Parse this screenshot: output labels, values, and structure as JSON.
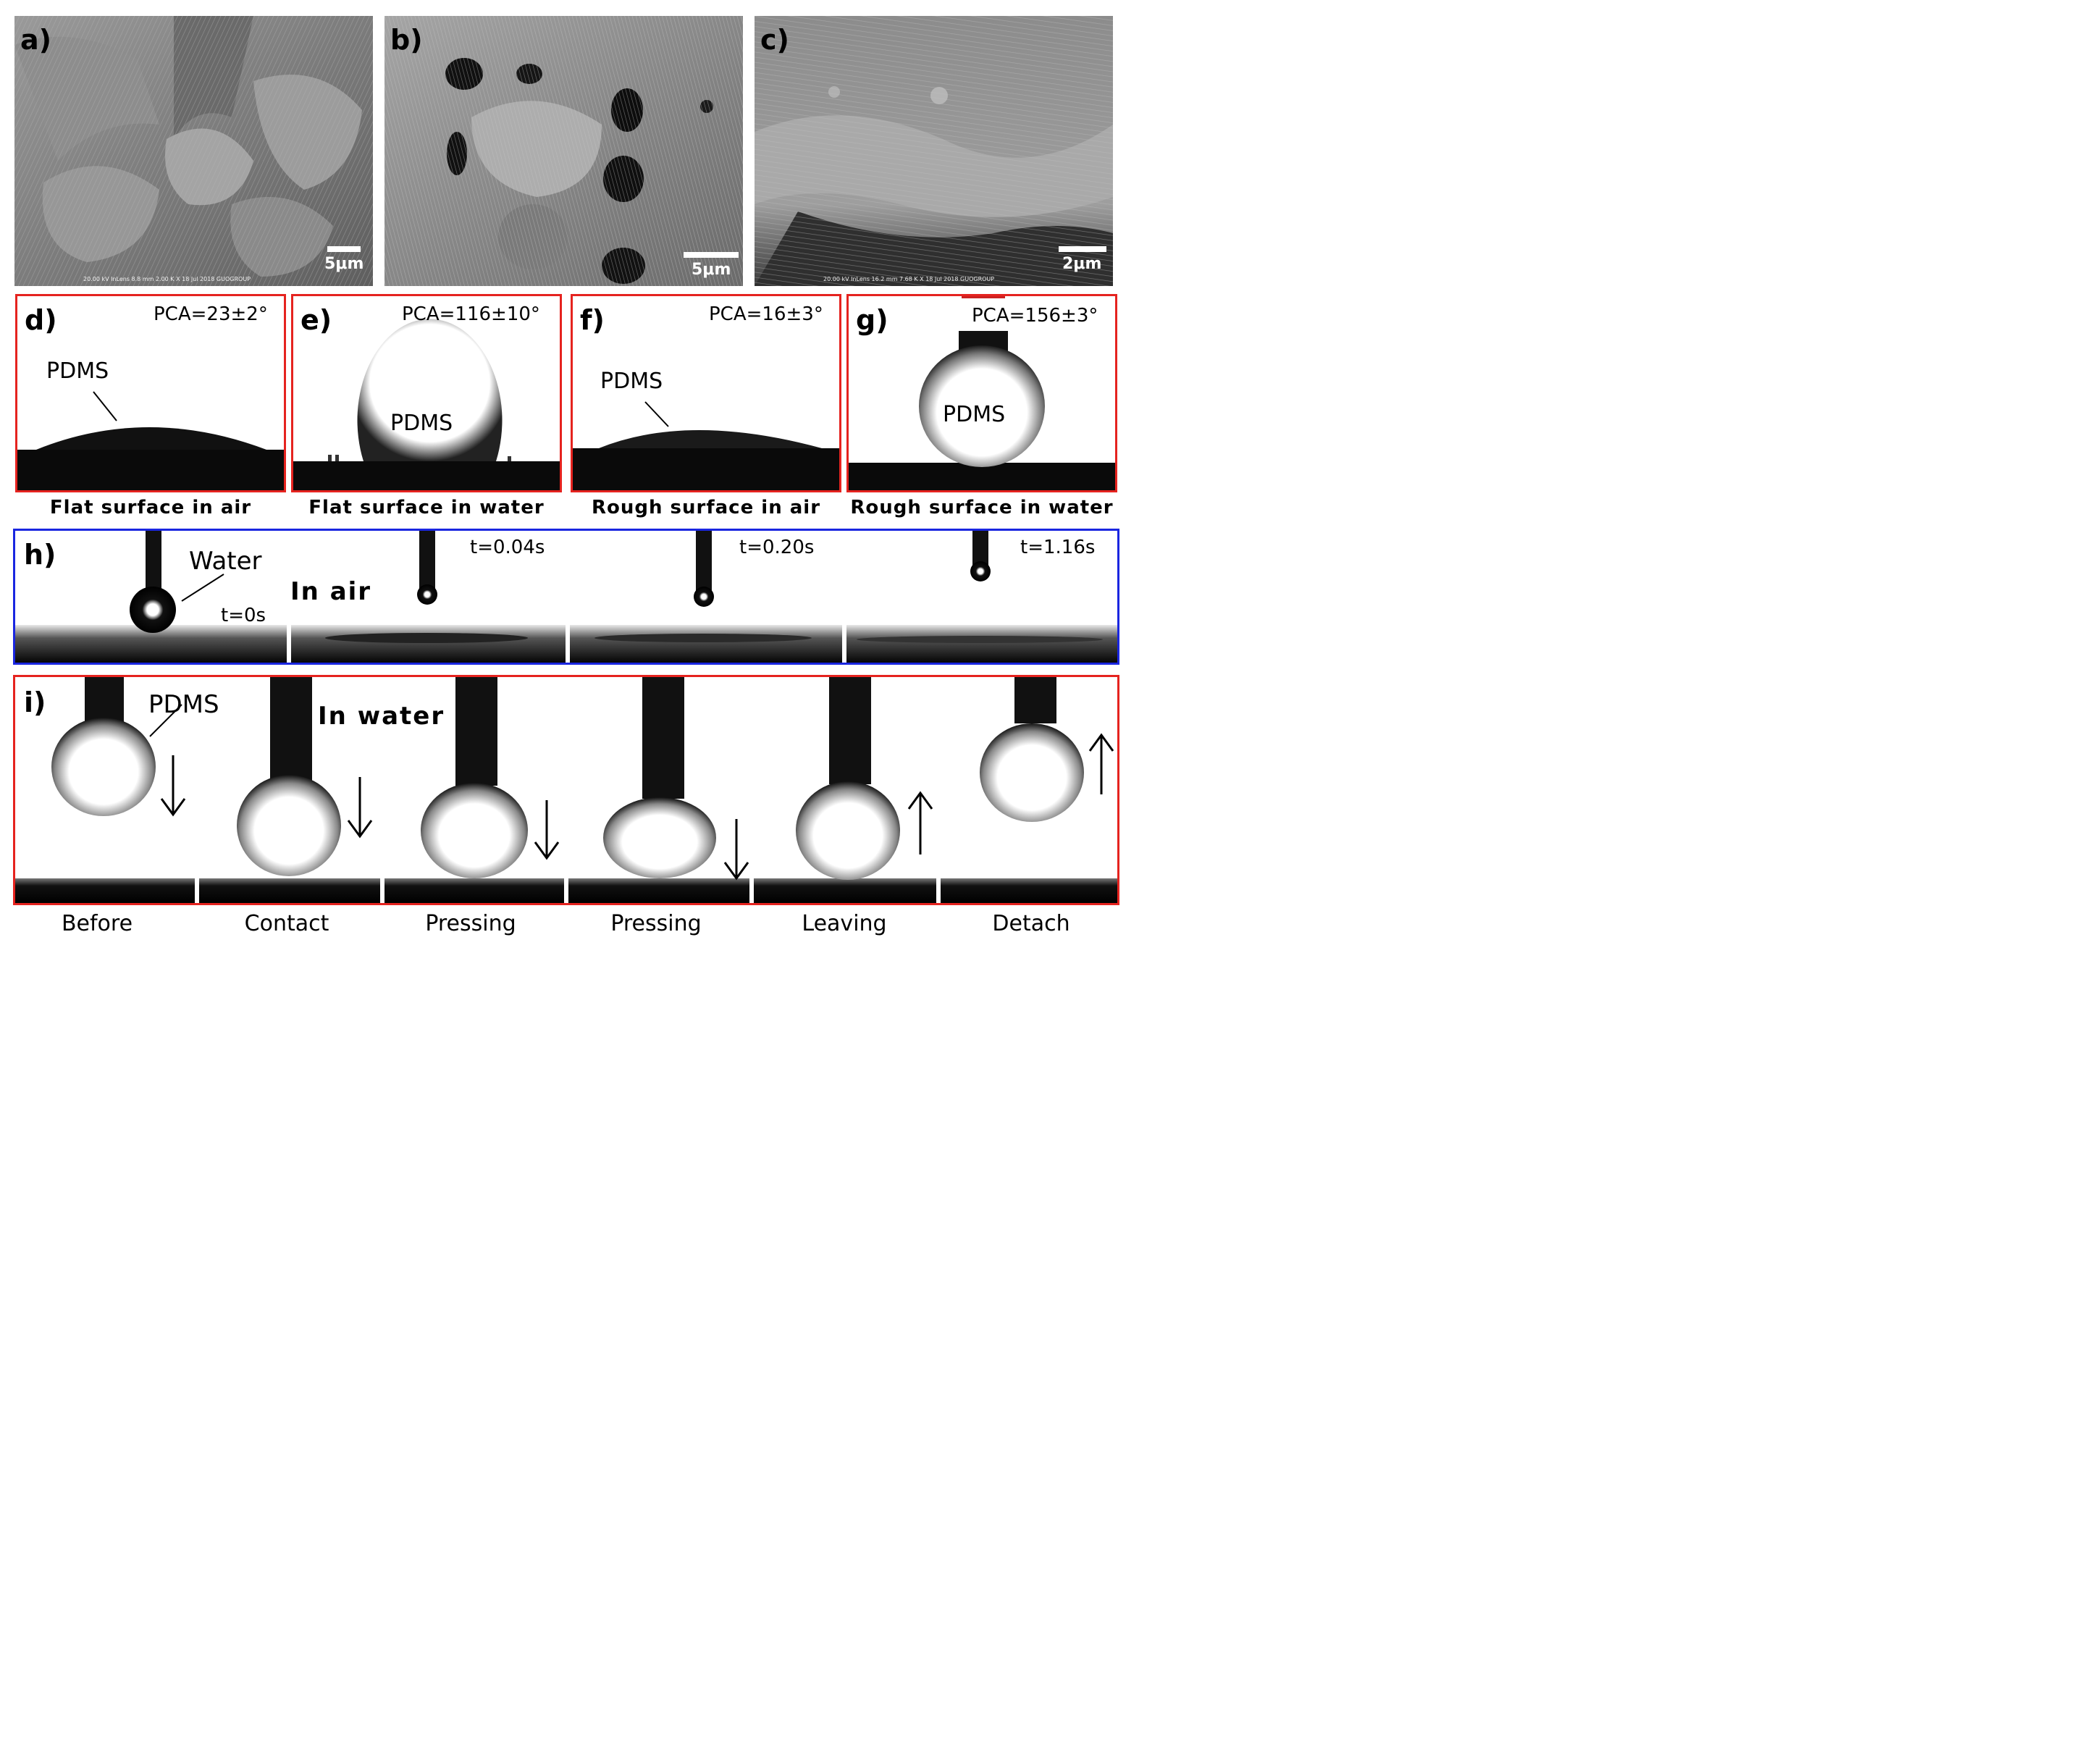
{
  "sem_panels": [
    {
      "label": "a)",
      "scale": "5μm",
      "footer": "20.00 kV  InLens  8.8 mm  2.00 K X  18 Jul 2018  GUOGROUP"
    },
    {
      "label": "b)",
      "scale": "5μm",
      "footer": ""
    },
    {
      "label": "c)",
      "scale": "2μm",
      "footer": "20.00 kV  InLens  16.2 mm  7.68 K X  18 Jul 2018  GUOGROUP"
    }
  ],
  "contact_panels": [
    {
      "label": "d)",
      "pca": "PCA=23±2°",
      "droplet": "PDMS",
      "caption": "Flat surface in air"
    },
    {
      "label": "e)",
      "pca": "PCA=116±10°",
      "droplet": "PDMS",
      "caption": "Flat surface in water"
    },
    {
      "label": "f)",
      "pca": "PCA=16±3°",
      "droplet": "PDMS",
      "caption": "Rough surface in air"
    },
    {
      "label": "g)",
      "pca": "PCA=156±3°",
      "droplet": "PDMS",
      "caption": "Rough surface in water"
    }
  ],
  "panel_h": {
    "label": "h)",
    "liquid": "Water",
    "medium": "In air",
    "times": [
      "t=0s",
      "t=0.04s",
      "t=0.20s",
      "t=1.16s"
    ]
  },
  "panel_i": {
    "label": "i)",
    "liquid": "PDMS",
    "medium": "In water",
    "stages": [
      "Before",
      "Contact",
      "Pressing",
      "Pressing",
      "Leaving",
      "Detach"
    ]
  },
  "colors": {
    "red_frame": "#e5231f",
    "blue_frame": "#1a26e0"
  }
}
